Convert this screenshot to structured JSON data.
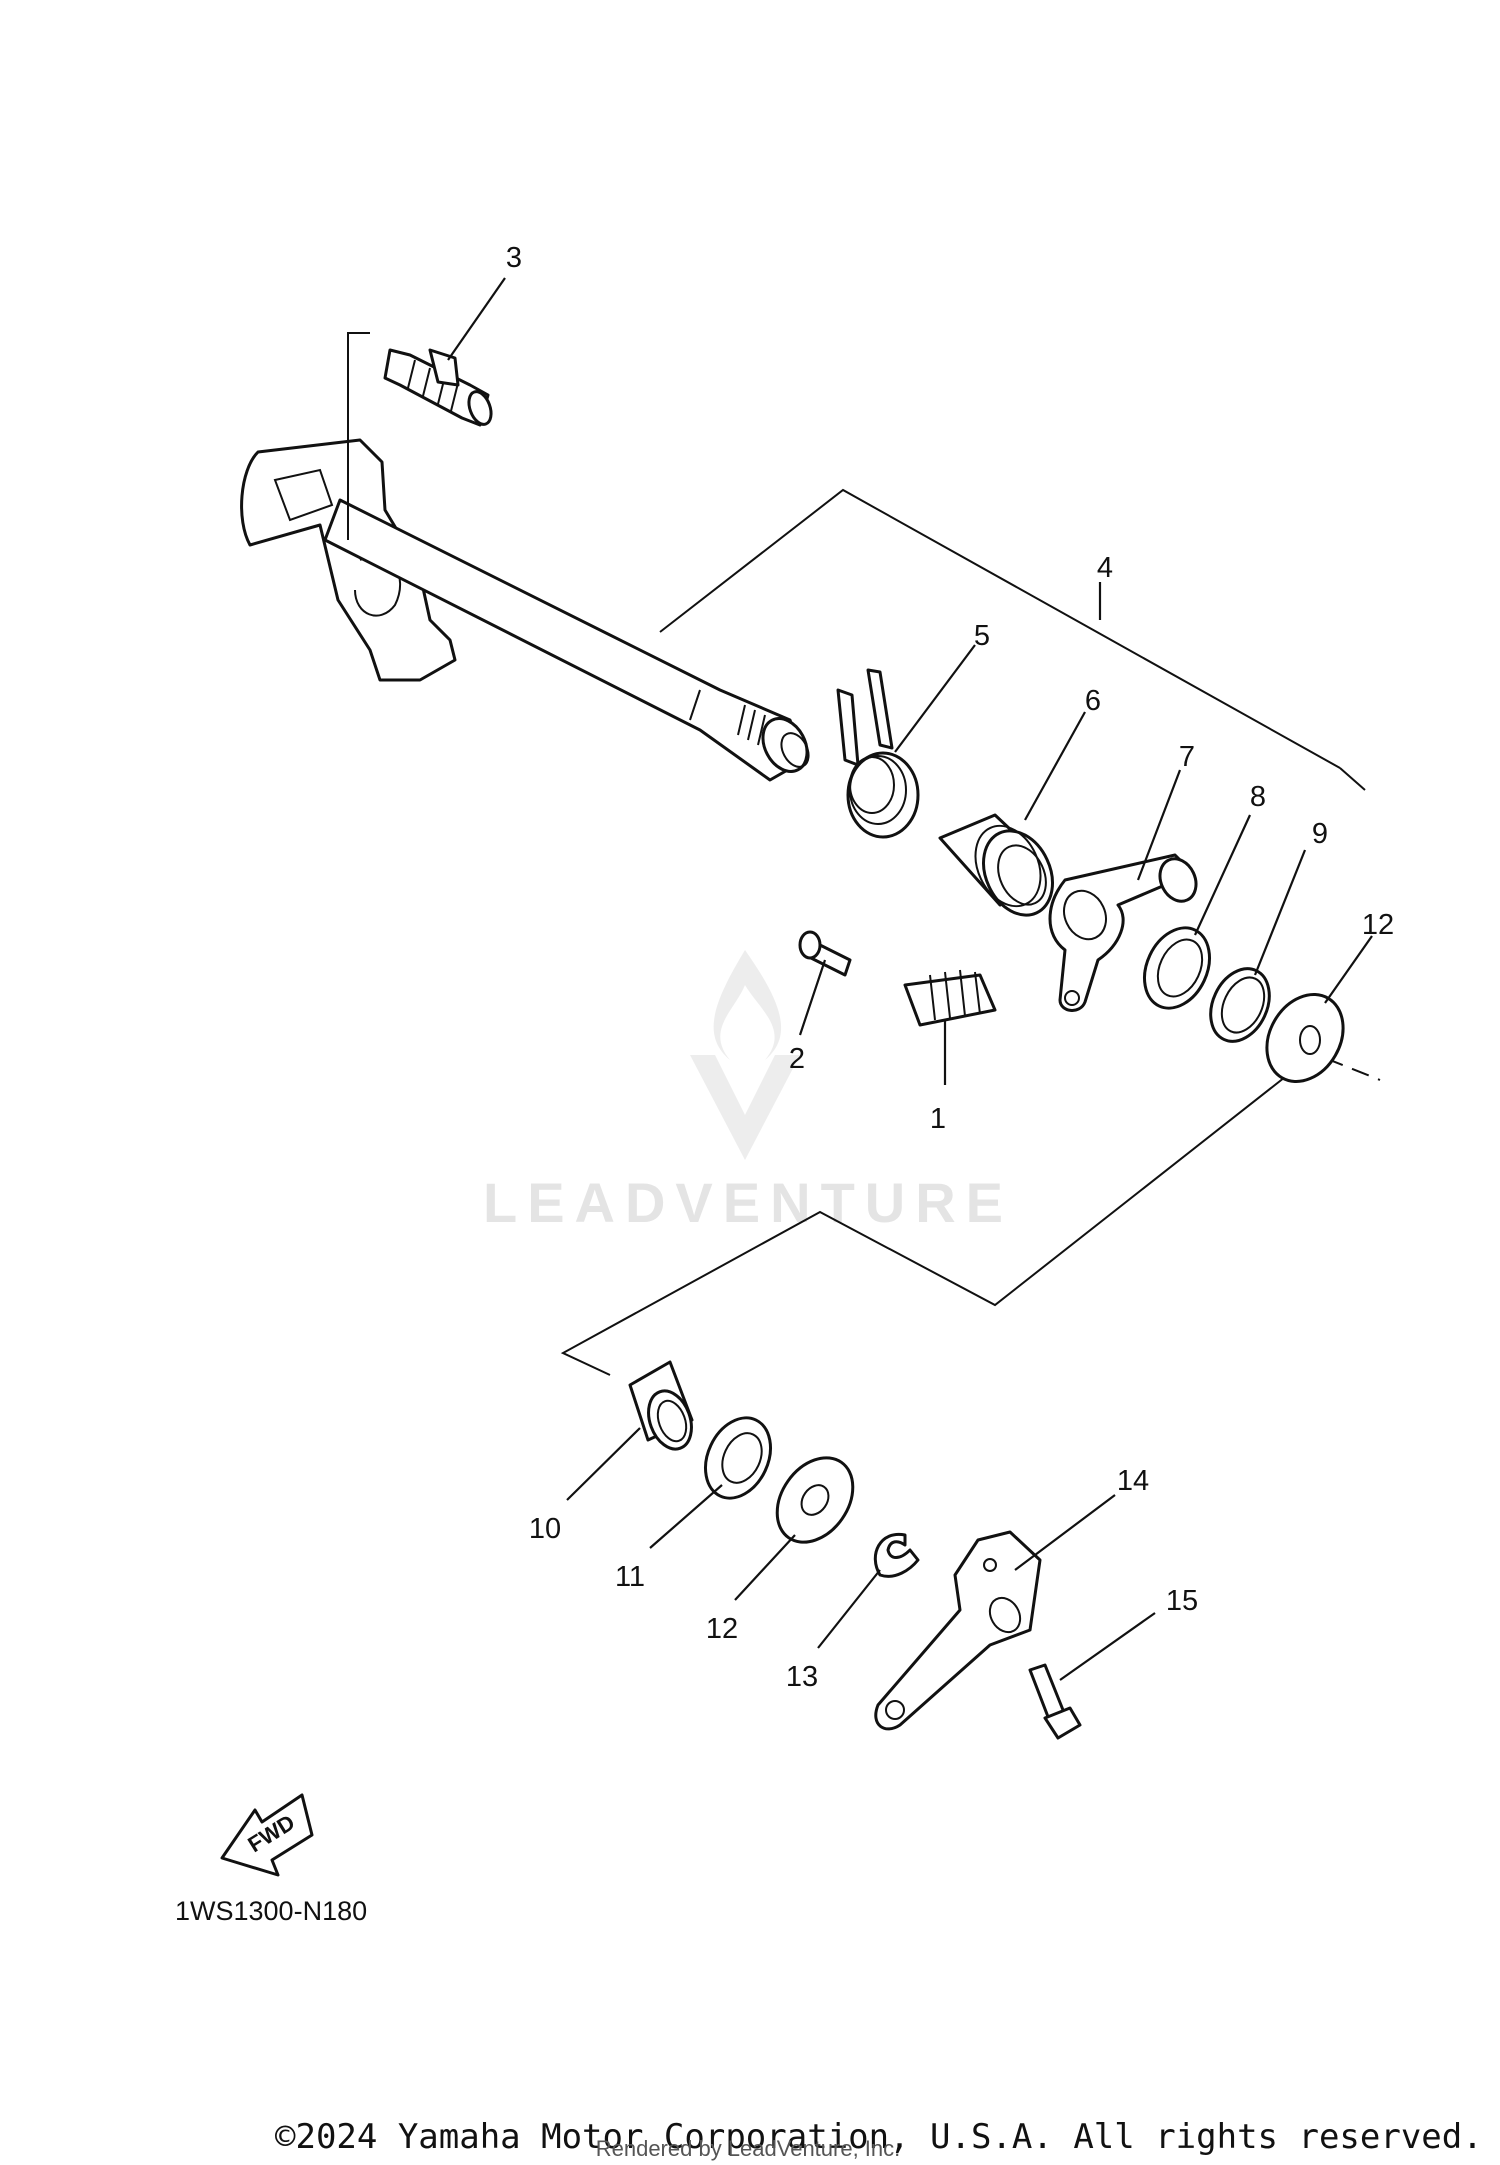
{
  "diagram": {
    "callouts": [
      "1",
      "2",
      "3",
      "4",
      "5",
      "6",
      "7",
      "8",
      "9",
      "12",
      "10",
      "11",
      "12",
      "13",
      "14",
      "15"
    ],
    "part_code": "1WS1300-N180",
    "fwd_label": "FWD"
  },
  "watermark": {
    "brand": "LEADVENTURE",
    "logo": "flame-v-logo"
  },
  "footer": {
    "copyright": "©2024 Yamaha Motor Corporation, U.S.A. All rights reserved.",
    "rendered_by": "Rendered by LeadVenture, Inc."
  }
}
